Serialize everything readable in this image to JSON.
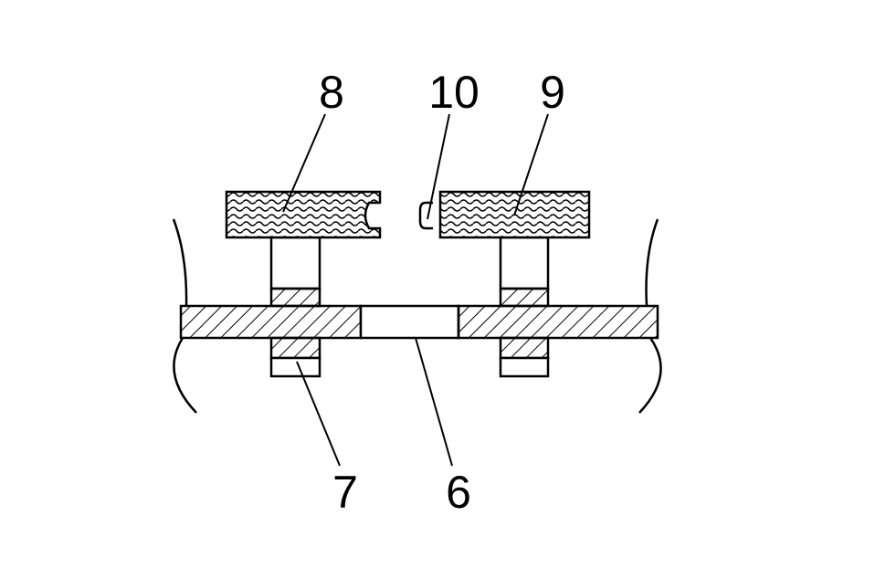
{
  "labels": {
    "l8": "8",
    "l10": "10",
    "l9": "9",
    "l7": "7",
    "l6": "6"
  },
  "colors": {
    "line": "#000000",
    "background": "#ffffff"
  }
}
